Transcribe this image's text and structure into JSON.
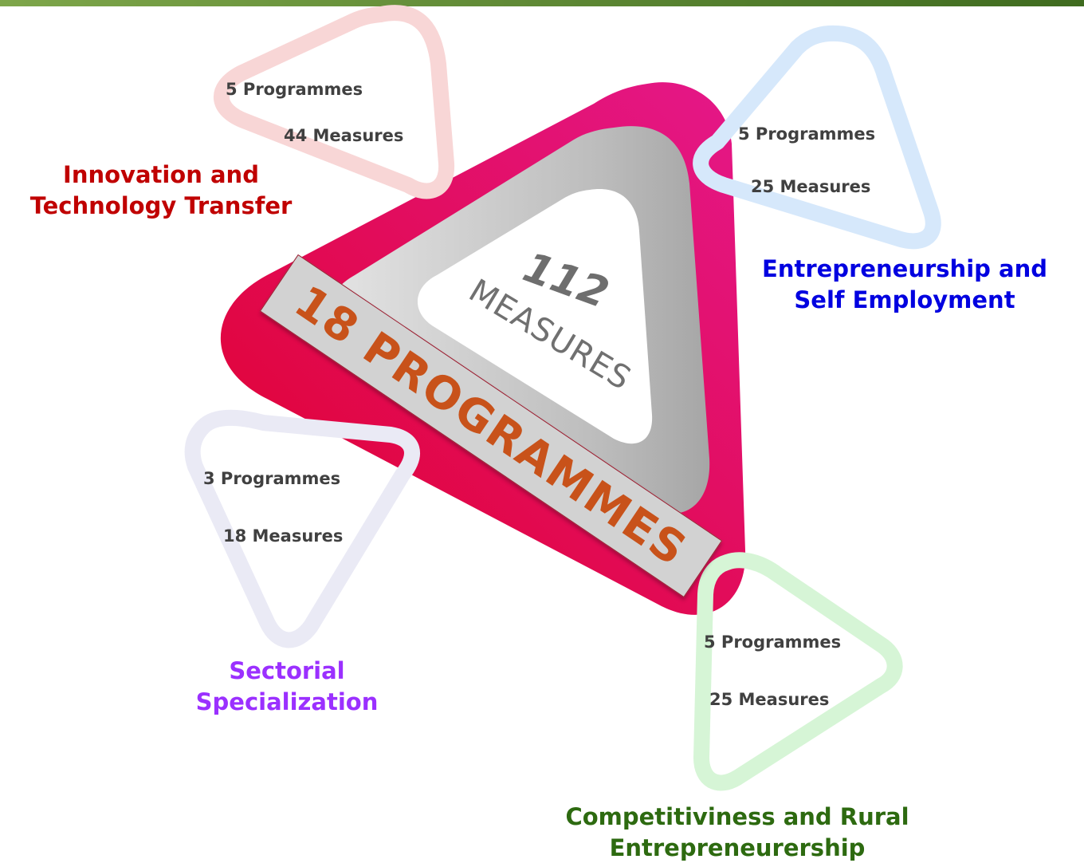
{
  "center": {
    "measures_total": "112",
    "measures_word": "MEASURES",
    "programmes_banner": "18 PROGRAMMES"
  },
  "groups": {
    "innovation": {
      "programmes": "5 Programmes",
      "measures": "44 Measures",
      "title_line1": "Innovation and",
      "title_line2": "Technology Transfer",
      "color": "#c00000"
    },
    "entrepreneurship": {
      "programmes": "5 Programmes",
      "measures": "25 Measures",
      "title_line1": "Entrepreneurship and",
      "title_line2": "Self Employment",
      "color": "#0000e0"
    },
    "sectorial": {
      "programmes": "3 Programmes",
      "measures": "18 Measures",
      "title_line1": "Sectorial",
      "title_line2": "Specialization",
      "color": "#9b30ff"
    },
    "competitiveness": {
      "programmes": "5 Programmes",
      "measures": "25 Measures",
      "title_line1": "Competitiviness and Rural",
      "title_line2": "Entrepreneurership",
      "color": "#2d6a10"
    }
  },
  "colors": {
    "main_triangle_start": "#e0002a",
    "main_triangle_end": "#e4188a",
    "inner_gray": "#b4b4b4",
    "banner_fill": "#d2d2d2",
    "banner_text": "#c8521a",
    "count_text": "#404040"
  }
}
